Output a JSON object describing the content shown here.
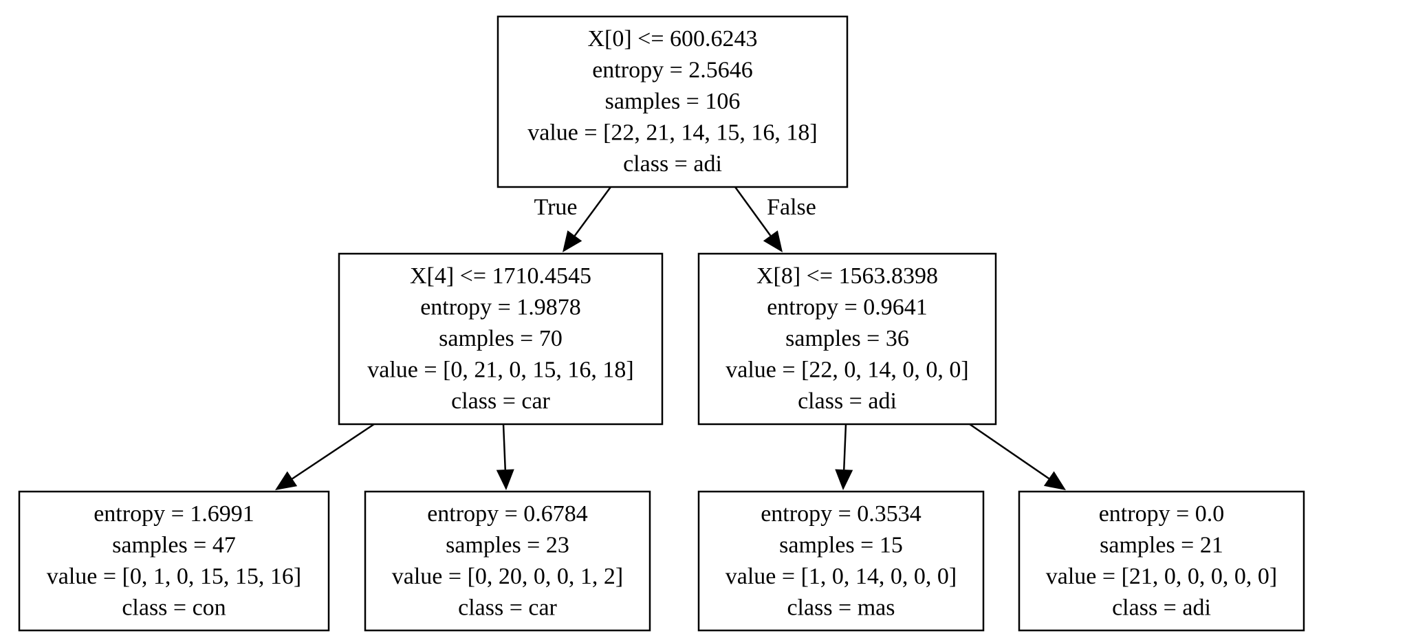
{
  "tree": {
    "nodes": [
      {
        "id": "root",
        "lines": [
          "X[0] <= 600.6243",
          "entropy = 2.5646",
          "samples = 106",
          "value = [22, 21, 14, 15, 16, 18]",
          "class = adi"
        ]
      },
      {
        "id": "n1",
        "lines": [
          "X[4] <= 1710.4545",
          "entropy = 1.9878",
          "samples = 70",
          "value = [0, 21, 0, 15, 16, 18]",
          "class = car"
        ]
      },
      {
        "id": "n2",
        "lines": [
          "X[8] <= 1563.8398",
          "entropy = 0.9641",
          "samples = 36",
          "value = [22, 0, 14, 0, 0, 0]",
          "class = adi"
        ]
      },
      {
        "id": "n3",
        "lines": [
          "entropy = 1.6991",
          "samples = 47",
          "value = [0, 1, 0, 15, 15, 16]",
          "class = con"
        ]
      },
      {
        "id": "n4",
        "lines": [
          "entropy = 0.6784",
          "samples = 23",
          "value = [0, 20, 0, 0, 1, 2]",
          "class = car"
        ]
      },
      {
        "id": "n5",
        "lines": [
          "entropy = 0.3534",
          "samples = 15",
          "value = [1, 0, 14, 0, 0, 0]",
          "class = mas"
        ]
      },
      {
        "id": "n6",
        "lines": [
          "entropy = 0.0",
          "samples = 21",
          "value = [21, 0, 0, 0, 0, 0]",
          "class = adi"
        ]
      }
    ],
    "edges": [
      {
        "from": "root",
        "to": "n1",
        "label": "True"
      },
      {
        "from": "root",
        "to": "n2",
        "label": "False"
      },
      {
        "from": "n1",
        "to": "n3",
        "label": ""
      },
      {
        "from": "n1",
        "to": "n4",
        "label": ""
      },
      {
        "from": "n2",
        "to": "n5",
        "label": ""
      },
      {
        "from": "n2",
        "to": "n6",
        "label": ""
      }
    ]
  }
}
